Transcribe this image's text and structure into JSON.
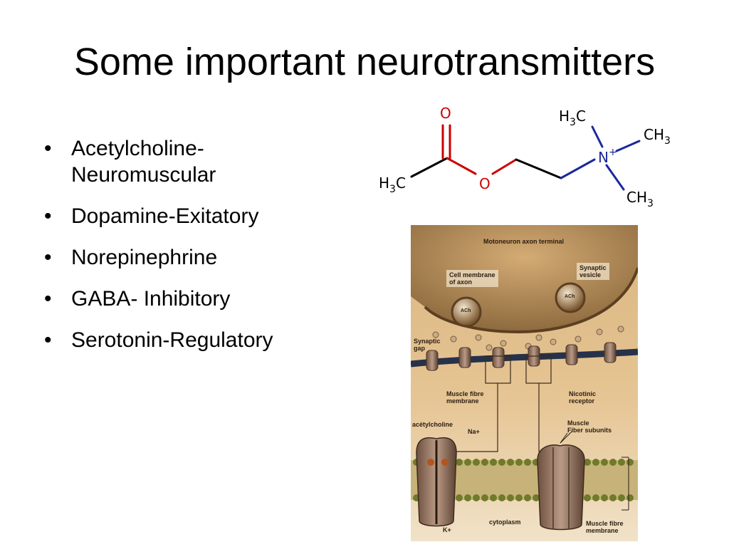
{
  "slide": {
    "title": "Some important neurotransmitters"
  },
  "bullets": [
    {
      "text": "Acetylcholine-\nNeuromuscular"
    },
    {
      "text": "Dopamine-Exitatory"
    },
    {
      "text": "Norepinephrine"
    },
    {
      "text": "GABA- Inhibitory"
    },
    {
      "text": "Serotonin-Regulatory"
    }
  ],
  "molecule": {
    "o_top": "O",
    "o_ester": "O",
    "h3c_left_h": "H",
    "h3c_left_3": "3",
    "h3c_left_c": "C",
    "h3c_top_h": "H",
    "h3c_top_3": "3",
    "h3c_top_c": "C",
    "n": "N",
    "n_charge": "+",
    "ch3_right_c": "CH",
    "ch3_right_3": "3",
    "ch3_bottom_c": "CH",
    "ch3_bottom_3": "3"
  },
  "diagram": {
    "labels": {
      "axon_terminal": "Motoneuron axon terminal",
      "cell_membrane": "Cell membrane\nof axon",
      "synaptic_vesicle": "Synaptic\nvesicle",
      "synaptic_gap": "Synaptic\ngap",
      "muscle_fibre_membrane": "Muscle fibre\nmembrane",
      "nicotinic_receptor": "Nicotinic\nreceptor",
      "acetylcholine": "acétylcholine",
      "na": "Na+",
      "muscle_fiber_subunits": "Muscle\nFiber subunits",
      "k": "K+",
      "cytoplasm": "cytoplasm",
      "muscle_fibre_membrane_bottom": "Muscle fibre\nmembrane",
      "ach": "ACh"
    }
  }
}
